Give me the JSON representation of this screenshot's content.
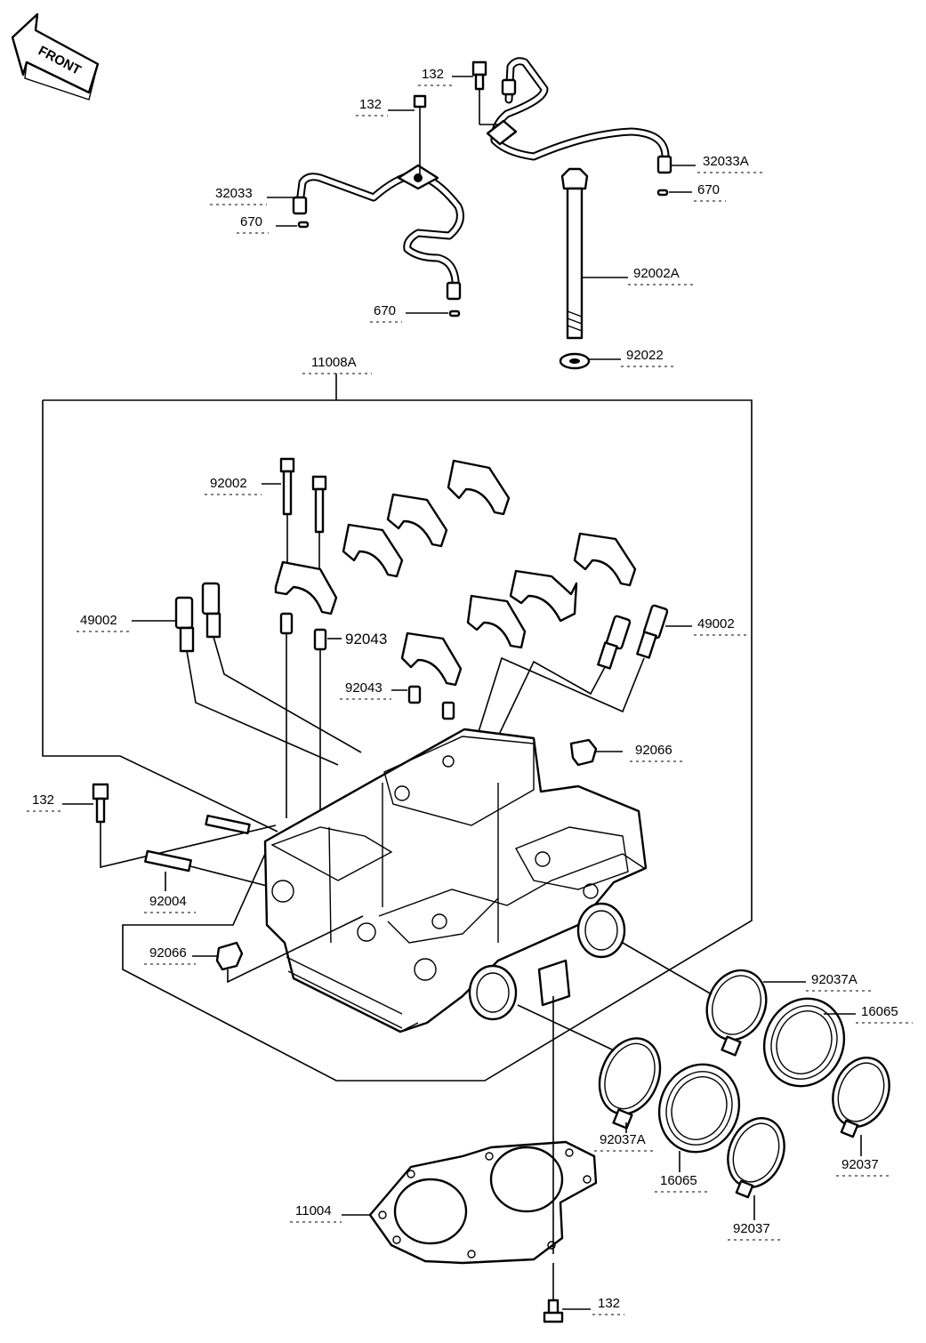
{
  "front_arrow": "FRONT",
  "labels": {
    "p132_a": "132",
    "p132_b": "132",
    "p132_c": "132",
    "p132_d": "132",
    "p32033": "32033",
    "p32033A": "32033A",
    "p670_a": "670",
    "p670_b": "670",
    "p670_c": "670",
    "p92002A": "92002A",
    "p92022": "92022",
    "p11008A": "11008A",
    "p92002": "92002",
    "p49002_l": "49002",
    "p49002_r": "49002",
    "p92043_a": "92043",
    "p92043_b": "92043",
    "p92066_a": "92066",
    "p92066_b": "92066",
    "p92004": "92004",
    "p92037A_a": "92037A",
    "p92037A_b": "92037A",
    "p16065_a": "16065",
    "p16065_b": "16065",
    "p92037_a": "92037",
    "p92037_b": "92037",
    "p11004": "11004"
  }
}
